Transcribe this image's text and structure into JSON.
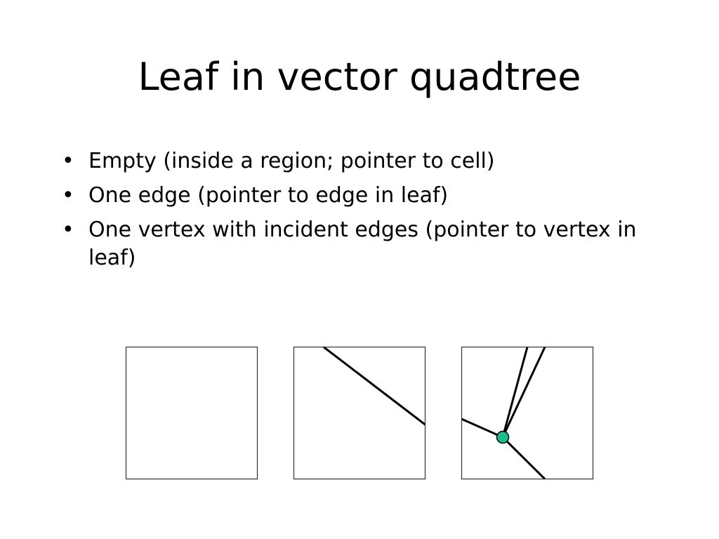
{
  "slide": {
    "title": "Leaf in vector quadtree",
    "bullets": [
      "Empty (inside a region; pointer to cell)",
      "One edge (pointer to edge in leaf)",
      "One vertex with incident edges (pointer to vertex in leaf)"
    ],
    "bullet_symbol": "•"
  },
  "colors": {
    "cell_border": "#333333",
    "edge": "#000000",
    "vertex_fill": "#1abc8c",
    "vertex_stroke": "#000000"
  }
}
